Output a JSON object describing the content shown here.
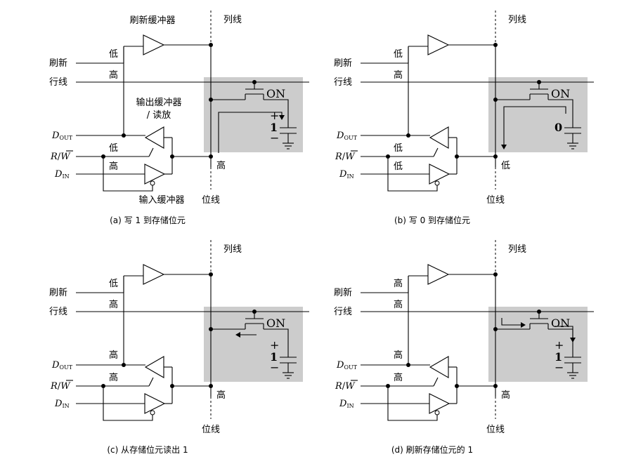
{
  "labels": {
    "refresh_buffer": "刷新缓冲器",
    "column_line": "列线",
    "refresh": "刷新",
    "row_line": "行线",
    "output_buffer_1": "输出缓冲器",
    "output_buffer_2": "/ 读放",
    "input_buffer": "输入缓冲器",
    "bit_line": "位线",
    "on": "ON",
    "low": "低",
    "high": "高",
    "plus": "+",
    "minus": "−",
    "one": "1",
    "zero": "0",
    "d_letter": "D",
    "out_sub": "OUT",
    "in_sub": "IN",
    "rw_r": "R",
    "rw_slash": "/",
    "rw_w": "W"
  },
  "captions": {
    "a": "(a) 写 1 到存储位元",
    "b": "(b) 写 0 到存储位元",
    "c": "(c) 从存储位元读出 1",
    "d": "(d) 刷新存储位元的 1"
  },
  "panels": [
    {
      "refresh": "低",
      "row": "高",
      "rw": "低",
      "din": "高",
      "bit": "高",
      "cap": "1",
      "show_buffer_labels": true
    },
    {
      "refresh": "低",
      "row": "高",
      "rw": "低",
      "din": "低",
      "bit": "低",
      "cap": "0",
      "show_buffer_labels": false
    },
    {
      "refresh": "低",
      "row": "高",
      "rw": "高",
      "dout": "高",
      "bit": "高",
      "cap": "1",
      "show_buffer_labels": false
    },
    {
      "refresh": "高",
      "row": "高",
      "rw": "高",
      "dout": "高",
      "bit": "高",
      "cap": "1",
      "show_buffer_labels": false
    }
  ],
  "colors": {
    "shade": "#cccccc",
    "line": "#000000",
    "background": "#ffffff"
  }
}
